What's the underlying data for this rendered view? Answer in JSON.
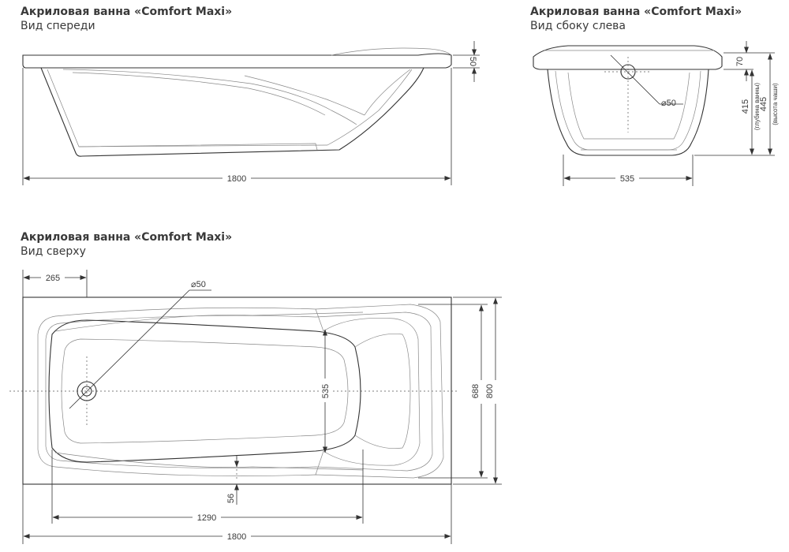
{
  "views": {
    "front": {
      "title": "Акриловая ванна «Comfort Maxi»",
      "subtitle": "Вид спереди",
      "dims": {
        "length": "1800",
        "rim": "50"
      }
    },
    "side": {
      "title": "Акриловая ванна «Comfort Maxi»",
      "subtitle": "Вид сбоку слева",
      "dims": {
        "width": "535",
        "rim": "70",
        "drain": "⌀50",
        "depth": "415",
        "depth_note": "(глубина ванны)",
        "height": "445",
        "height_note": "(высота чаши)"
      }
    },
    "top": {
      "title": "Акриловая ванна «Comfort Maxi»",
      "subtitle": "Вид сверху",
      "dims": {
        "drain_offset": "265",
        "drain": "⌀50",
        "inner_width": "535",
        "width_inner": "688",
        "width": "800",
        "rim_offset": "56",
        "inner_length": "1290",
        "length": "1800"
      }
    }
  }
}
